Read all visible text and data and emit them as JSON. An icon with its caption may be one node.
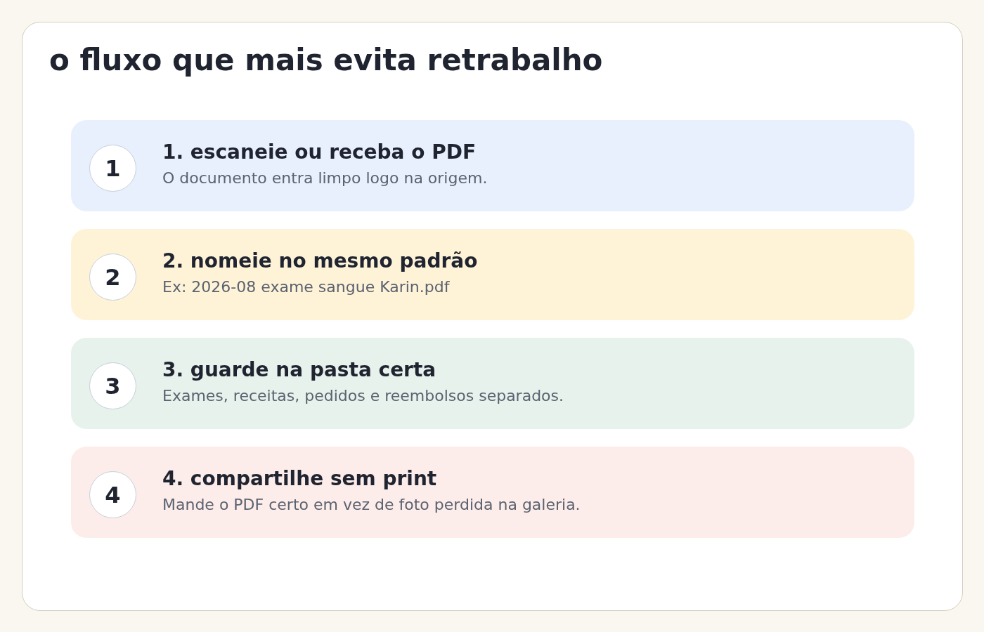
{
  "diagram": {
    "title": "o fluxo que mais evita retrabalho",
    "nodes": [
      {
        "text": [
          "1. escaneie ou receba o PDF",
          "O documento entra limpo logo na origem."
        ]
      },
      {
        "text": [
          "1"
        ],
        "in": 0
      },
      {
        "text": [
          "2. nomeie no mesmo padrão",
          "Ex: 2026-08 exame sangue Karin.pdf"
        ]
      },
      {
        "text": [
          "2"
        ],
        "in": 2
      },
      {
        "text": [
          "3. guarde na pasta certa",
          "Exames, receitas, pedidos e reembolsos separados."
        ]
      },
      {
        "text": [
          "3"
        ],
        "in": 4
      },
      {
        "text": [
          "4. compartilhe sem print",
          "Mande o PDF certo em vez de foto perdida na galeria."
        ]
      },
      {
        "text": [
          "4"
        ],
        "in": 6
      }
    ]
  }
}
